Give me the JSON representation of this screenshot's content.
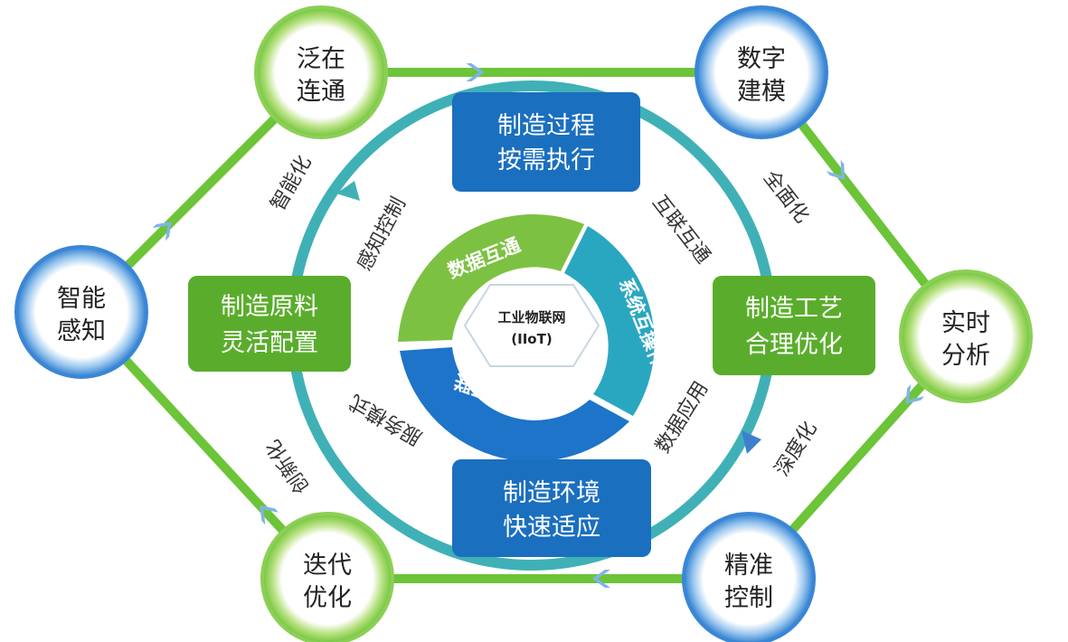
{
  "outer_nodes": [
    {
      "id": "fanzai",
      "lines": [
        "泛在",
        "连通"
      ],
      "ring": "green"
    },
    {
      "id": "shuzi",
      "lines": [
        "数字",
        "建模"
      ],
      "ring": "blue"
    },
    {
      "id": "shishi",
      "lines": [
        "实时",
        "分析"
      ],
      "ring": "green"
    },
    {
      "id": "jingzhun",
      "lines": [
        "精准",
        "控制"
      ],
      "ring": "blue"
    },
    {
      "id": "diedai",
      "lines": [
        "迭代",
        "优化"
      ],
      "ring": "green"
    },
    {
      "id": "zhineng",
      "lines": [
        "智能",
        "感知"
      ],
      "ring": "blue"
    }
  ],
  "edge_labels": {
    "top_right": "全面化",
    "bottom_right": "深度化",
    "bottom_left": "创新化",
    "top_left": "智能化"
  },
  "inner_boxes": {
    "top": {
      "lines": [
        "制造过程",
        "按需执行"
      ],
      "color": "#1a6fbf"
    },
    "right": {
      "lines": [
        "制造工艺",
        "合理优化"
      ],
      "color": "#5aad2c"
    },
    "bottom": {
      "lines": [
        "制造环境",
        "快速适应"
      ],
      "color": "#1a6fbf"
    },
    "left": {
      "lines": [
        "制造原料",
        "灵活配置"
      ],
      "color": "#5aad2c"
    }
  },
  "ring_labels": {
    "upper_right": "互联互通",
    "lower_right": "数据应用",
    "lower_left": "服务模式",
    "upper_left": "感知控制"
  },
  "core": {
    "segments": [
      "数据互通",
      "系统互操作",
      "网络互联"
    ],
    "center_lines": [
      "工业物联网",
      "(IIoT)"
    ]
  },
  "colors": {
    "hex_line": "#6cc438",
    "ring_teal": "#3fb1b6",
    "blue": "#1a6fbf",
    "green": "#5aad2c",
    "text": "#222222",
    "edge_text": "#333333"
  }
}
